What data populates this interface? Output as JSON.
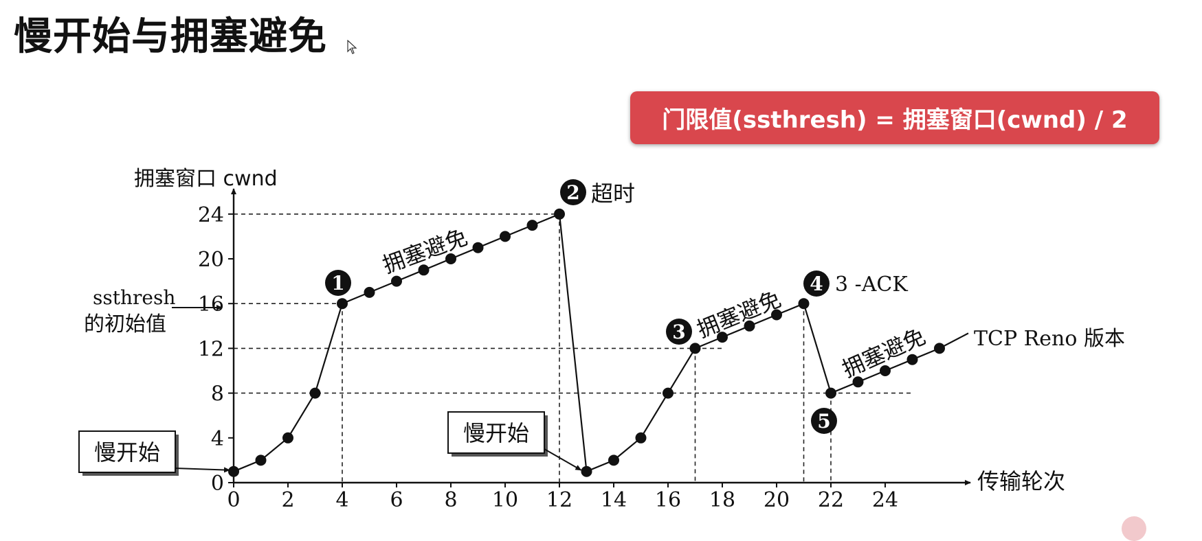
{
  "page": {
    "title": "慢开始与拥塞避免"
  },
  "banner": {
    "text": "门限值(ssthresh) = 拥塞窗口(cwnd) / 2",
    "color": "#d9474d"
  },
  "chart_data": {
    "type": "line",
    "ylabel": "拥塞窗口  cwnd",
    "xlabel": "传输轮次",
    "xlim": [
      0,
      27
    ],
    "ylim": [
      0,
      25
    ],
    "x_ticks": [
      0,
      2,
      4,
      6,
      8,
      10,
      12,
      14,
      16,
      18,
      20,
      22,
      24
    ],
    "y_ticks": [
      0,
      4,
      8,
      12,
      16,
      20,
      24
    ],
    "grid": false,
    "threshold_lines": [
      {
        "y": 24,
        "x_to": 12
      },
      {
        "y": 16,
        "x_to": 4
      },
      {
        "y": 12,
        "x_to": 18
      },
      {
        "y": 8,
        "x_to": 25
      }
    ],
    "marker_lines": [
      {
        "x": 4,
        "y": 16
      },
      {
        "x": 12,
        "y": 24
      },
      {
        "x": 17,
        "y": 12
      },
      {
        "x": 21,
        "y": 16
      },
      {
        "x": 22,
        "y": 8
      }
    ],
    "series": [
      {
        "x": [
          0,
          1,
          2,
          3,
          4,
          5,
          6,
          7,
          8,
          9,
          10,
          11,
          12,
          13,
          14,
          15,
          16,
          17,
          18,
          19,
          20,
          21,
          22,
          23,
          24,
          25,
          26
        ],
        "values": [
          1,
          2,
          4,
          8,
          16,
          17,
          18,
          19,
          20,
          21,
          22,
          23,
          24,
          1,
          2,
          4,
          8,
          12,
          13,
          14,
          15,
          16,
          8,
          9,
          10,
          11,
          12
        ]
      }
    ],
    "annotations": {
      "ssthresh_line1": "ssthresh",
      "ssthresh_line2": "的初始值",
      "slow_start_1": "慢开始",
      "slow_start_2": "慢开始",
      "ca_1": "拥塞避免",
      "ca_2": "拥塞避免",
      "ca_3": "拥塞避免",
      "marker_1_num": "1",
      "marker_2_num": "2",
      "marker_2_label": "超时",
      "marker_3_num": "3",
      "marker_4_num": "4",
      "marker_4_label": "3 -ACK",
      "marker_5_num": "5",
      "reno_label": "TCP Reno 版本"
    }
  }
}
